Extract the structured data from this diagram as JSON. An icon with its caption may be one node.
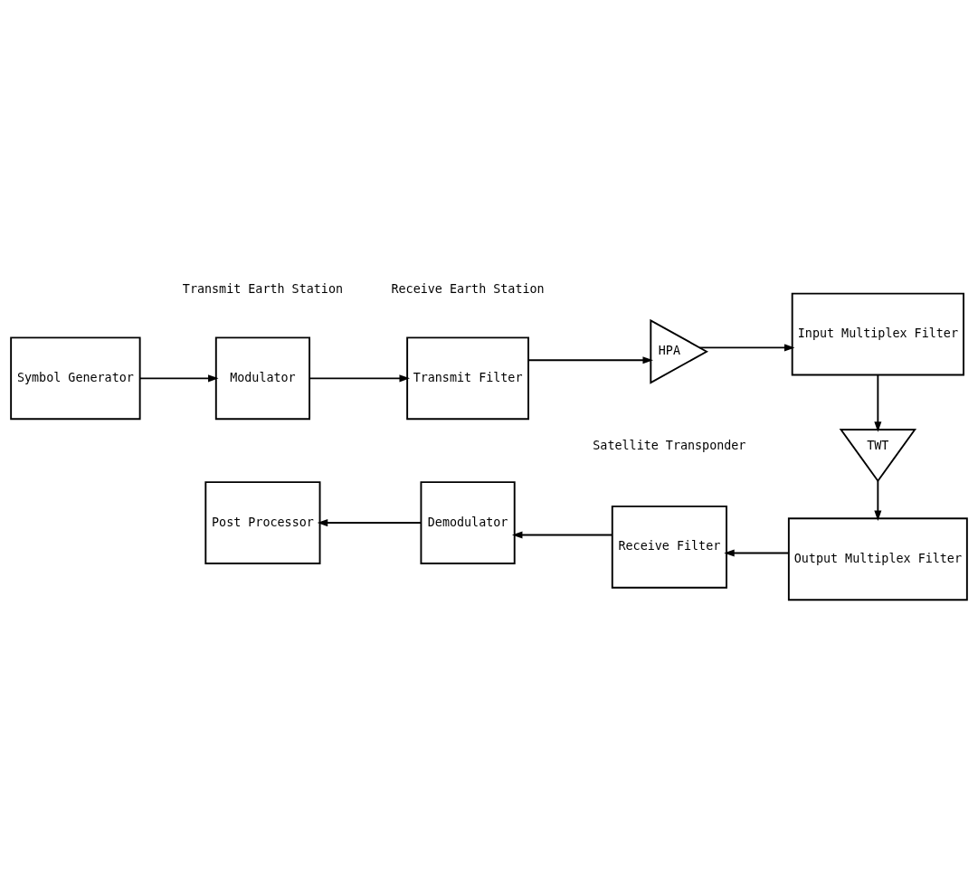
{
  "diagram": {
    "nodes": [
      {
        "text": [
          "Symbol Generator"
        ]
      },
      {
        "text": [
          "Modulator"
        ]
      },
      {
        "text": [
          "Transmit Filter"
        ]
      },
      {
        "text": [
          "HPA"
        ]
      },
      {
        "text": [
          "Input Multiplex Filter"
        ]
      },
      {
        "text": [
          "TWT"
        ]
      },
      {
        "text": [
          "Output Multiplex Filter"
        ]
      },
      {
        "text": [
          "Receive Filter"
        ]
      },
      {
        "text": [
          "Demodulator"
        ]
      },
      {
        "text": [
          "Post Processor"
        ]
      }
    ],
    "edges": [
      {
        "from": 0,
        "to": 1,
        "arrow": "to"
      },
      {
        "from": 1,
        "to": 2,
        "arrow": "to"
      },
      {
        "from": 2,
        "to": 3,
        "arrow": "to"
      },
      {
        "from": 3,
        "to": 4,
        "arrow": "to"
      },
      {
        "from": 4,
        "to": 5,
        "arrow": "to"
      },
      {
        "from": 5,
        "to": 6,
        "arrow": "to"
      },
      {
        "from": 6,
        "to": 7,
        "arrow": "to"
      },
      {
        "from": 7,
        "to": 8,
        "arrow": "to"
      },
      {
        "from": 8,
        "to": 9,
        "arrow": "to"
      }
    ],
    "labels": [
      "Transmit Earth Station",
      "Satellite Transponder",
      "Receive Earth Station"
    ]
  }
}
